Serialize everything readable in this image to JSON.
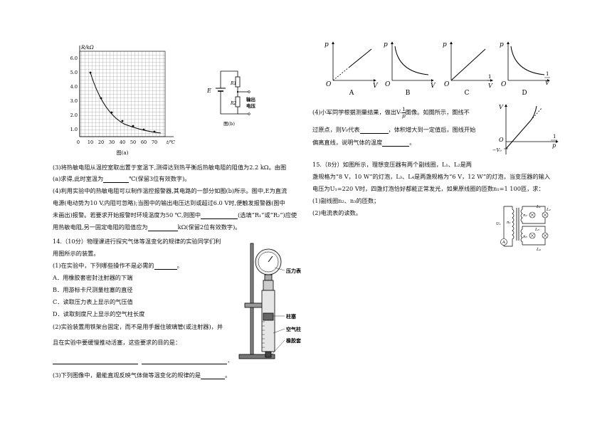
{
  "fig_a": {
    "y_axis_label": "R/kΩ",
    "x_axis_label": "t/℃",
    "y_ticks": [
      "6.0",
      "5.0",
      "4.0",
      "3.0",
      "2.0",
      "1.0"
    ],
    "x_ticks": [
      "0",
      "10",
      "20",
      "30",
      "40",
      "50",
      "60",
      "70"
    ],
    "caption": "图(a)"
  },
  "fig_b": {
    "labels": {
      "E": "E",
      "R1": "R1",
      "R2": "R2",
      "out1": "输出",
      "out2": "电压"
    },
    "caption": "图(b)"
  },
  "q13": {
    "p3": "(3)将热敏电阻从温控室取出置于室温下,测得达到热平衡后热敏电阻的阻值为2.2 kΩ。由图",
    "p3b_pre": "(a)求得,此时室温为",
    "p3b_post": "℃(保留3位有效数字)。",
    "p4_1": "(4)利用实验中的热敏电阻可以制作温控报警器,其电路的一部分如图(b)所示。图中,E为直流",
    "p4_2": "电源(电动势为10 V,内阻可忽略);当图中的输出电压达到或超过6.0 V时,便触发报警器(图中",
    "p4_3_pre": "未画出)报警。若要求开始报警时环境温度为50 ℃,则图中",
    "p4_3_post": "(选填“R₁”或“R₂”)应使",
    "p4_4_pre": "用热敏电阻,另一固定电阻的阻值应为",
    "p4_4_post": "kΩ(保留2位有效数字)。"
  },
  "q14": {
    "intro1": "14.（10分）物理课进行探究气体等温变化的规律的实验同学们利",
    "intro2": "用图所示的装置。",
    "s1": "(1)在实验中，下列哪些操作不是必需的",
    "s1_end": "。",
    "opt_a": "A．用橡胶套密封注射器的下端",
    "opt_b": "B．用游标卡尺测量柱塞的直径",
    "opt_c": "C．读取压力表上显示的气压值",
    "opt_d": "D．读取刻度尺上显示的空气柱长度",
    "s2_1": "(2)实验装置用铁架台固定，而不是用手握住玻璃管(或注射器)，并",
    "s2_2": "且在实验中要缓慢推动活塞，这些要求的目的是：",
    "s2_end": "．",
    "s3_pre": "(3)下列图像中，最能直观反映气体做等温变化的规律的是",
    "s3_end": "。",
    "apparatus_labels": {
      "gauge": "压力表",
      "plunger": "柱塞",
      "air": "空气柱",
      "rubber": "橡胶套"
    }
  },
  "graphs": {
    "letters": [
      "A",
      "B",
      "C",
      "D"
    ],
    "p": "p",
    "V": "V",
    "O": "O",
    "one": "1"
  },
  "q14_4": {
    "l1_pre": "(4)小军同学根据测量结果，做出",
    "l1_frac_num": "1",
    "l1_frac_den": "p",
    "l1_mid": "V-",
    "l1_post": "图像。如图所示，图线不",
    "l2_pre": "过原点，则",
    "l2_v0": "V₀",
    "l2_mid": "代表",
    "l2_post": "，体积增大到一定值后，图线开始",
    "l3_pre": "偏离直线，说明气体的温度",
    "l3_post": "。",
    "graph": {
      "V": "V",
      "O": "O",
      "minus_v0": "−V₀",
      "one": "1",
      "p": "p"
    }
  },
  "q15": {
    "l1": "15.（8分）如图所示，理想变压器有两个副线圈，L₁、L₂是两",
    "l2": "盏规格为“8 V，10 W”的灯泡，L₃、L₄是两盏规格为“6 V，12 W”的灯泡，当变压器的输入",
    "l3": "电压为U₁=220 V时，四盏灯泡恰好都能正常发光，如果原线圈的匝数n₁=1 100匝，求：",
    "q1": "(1)副线圈n₂、n₃的匝数；",
    "q2": "(2)电流表的读数。",
    "circuit": {
      "U1": "U₁",
      "n1": "n₁",
      "n2": "n₂",
      "n3": "n₃",
      "L1": "L₁",
      "L2": "L₂",
      "L3": "L₃",
      "L4": "L₄",
      "A": "A"
    }
  }
}
